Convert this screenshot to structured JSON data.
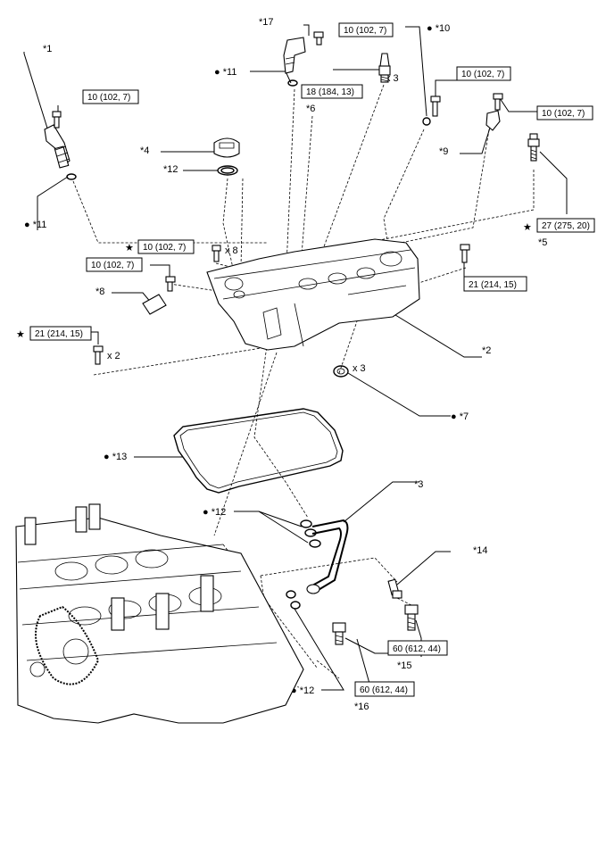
{
  "callouts": {
    "c1": "*1",
    "c2": "*2",
    "c3": "*3",
    "c4": "*4",
    "c5": "*5",
    "c6": "*6",
    "c7": "● *7",
    "c8": "*8",
    "c9": "*9",
    "c10": "● *10",
    "c11_top": "● *11",
    "c11_left": "● *11",
    "c12_top": "*12",
    "c12_mid": "● *12",
    "c12_bot": "● *12",
    "c13": "● *13",
    "c14": "*14",
    "c15": "*15",
    "c16": "*16",
    "c17": "*17"
  },
  "torque": {
    "t_17": "10 (102, 7)",
    "t_spark": "18 (184, 13)",
    "t_10": "10 (102, 7)",
    "t_1": "10 (102, 7)",
    "t_9": "10 (102, 7)",
    "t_cover": "10 (102, 7)",
    "t_8": "10 (102, 7)",
    "t_5": "27 (275, 20)",
    "t_right": "21 (214, 15)",
    "t_left": "21 (214, 15)",
    "t_15": "60 (612, 44)",
    "t_16": "60 (612, 44)"
  },
  "quantities": {
    "spark": "x 3",
    "cover_bolts": "x 8",
    "left_bolts": "x 2",
    "seals": "x 3"
  },
  "symbols": {
    "star": "★"
  }
}
